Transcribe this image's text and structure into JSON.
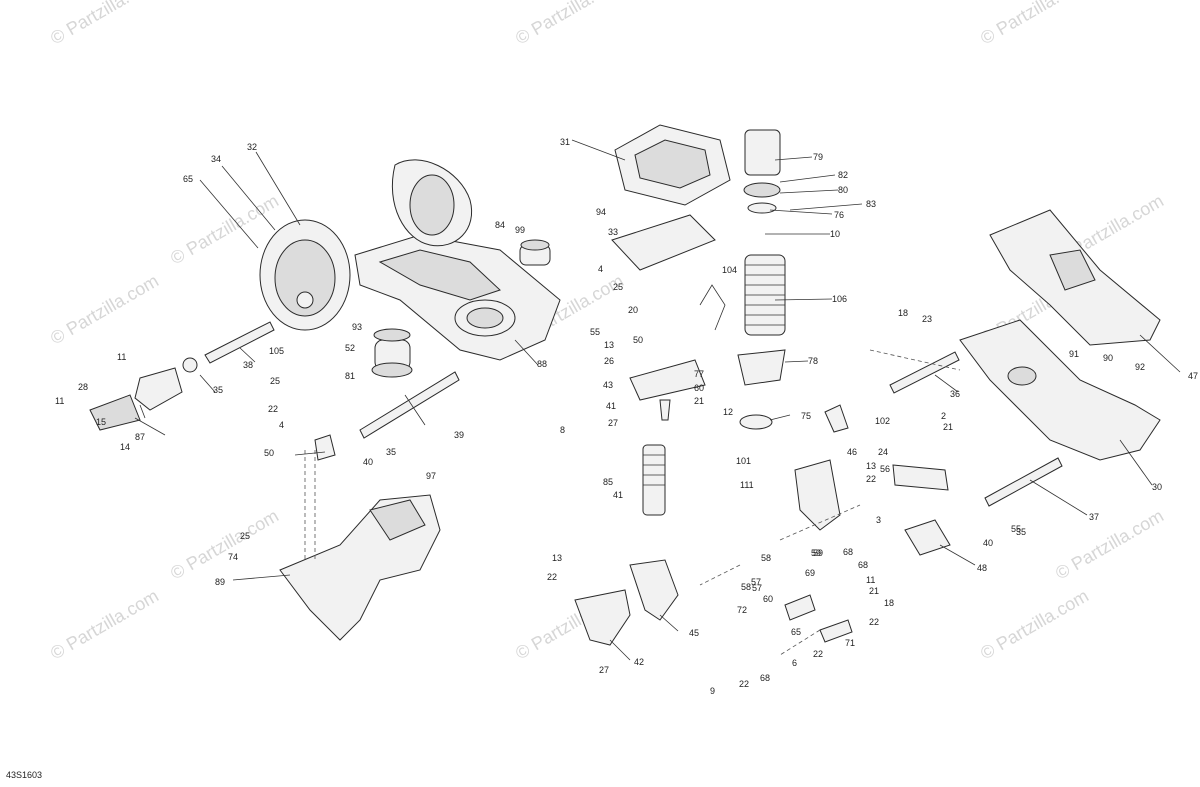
{
  "watermarks": [
    "© Partzilla.com",
    "© Partzilla.com",
    "© Partzilla.com",
    "© Partzilla.com",
    "© Partzilla.com",
    "© Partzilla.com",
    "© Partzilla.com",
    "© Partzilla.com",
    "© Partzilla.com",
    "© Partzilla.com",
    "© Partzilla.com",
    "© Partzilla.com",
    "© Partzilla.com"
  ],
  "diagram_code": "43S1603",
  "callouts": [
    "65",
    "34",
    "32",
    "31",
    "79",
    "82",
    "80",
    "83",
    "76",
    "10",
    "84",
    "99",
    "94",
    "33",
    "4",
    "25",
    "20",
    "50",
    "104",
    "106",
    "93",
    "52",
    "105",
    "38",
    "35",
    "88",
    "55",
    "13",
    "26",
    "78",
    "18",
    "23",
    "91",
    "90",
    "92",
    "47",
    "11",
    "28",
    "12",
    "87",
    "81",
    "77",
    "60",
    "21",
    "25",
    "22",
    "39",
    "43",
    "36",
    "75",
    "11",
    "15",
    "14",
    "4",
    "50",
    "40",
    "35",
    "8",
    "27",
    "41",
    "102",
    "2",
    "21",
    "24",
    "56",
    "46",
    "13",
    "22",
    "3",
    "101",
    "111",
    "85",
    "37",
    "30",
    "97",
    "41",
    "25",
    "74",
    "55",
    "40",
    "35",
    "48",
    "57",
    "58",
    "59",
    "68",
    "68",
    "13",
    "22",
    "89",
    "42",
    "45",
    "58",
    "69",
    "11",
    "60",
    "21",
    "72",
    "65",
    "18",
    "22",
    "27",
    "9",
    "22",
    "68",
    "6",
    "22",
    "71",
    "57",
    "59"
  ]
}
